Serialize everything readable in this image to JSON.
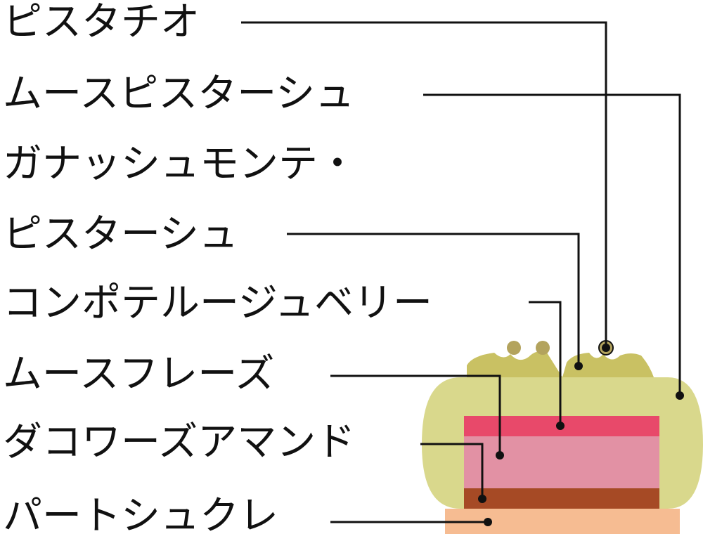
{
  "labels": [
    "ピスタチオ",
    "ムースピスターシュ",
    "ガナッシュモンテ・",
    "ピスターシュ",
    "コンポテルージュベリー",
    "ムースフレーズ",
    "ダコワーズアマンド",
    "パートシュクレ"
  ],
  "colors": {
    "mousse_pistache": "#d9d88c",
    "ganache_topping": "#c9c163",
    "pistachio": "#b3a35d",
    "compote": "#e8496a",
    "mousse_fraise": "#e291a4",
    "dacquoise": "#a64a25",
    "pate_sucree": "#f6bc92",
    "line": "#111111"
  }
}
